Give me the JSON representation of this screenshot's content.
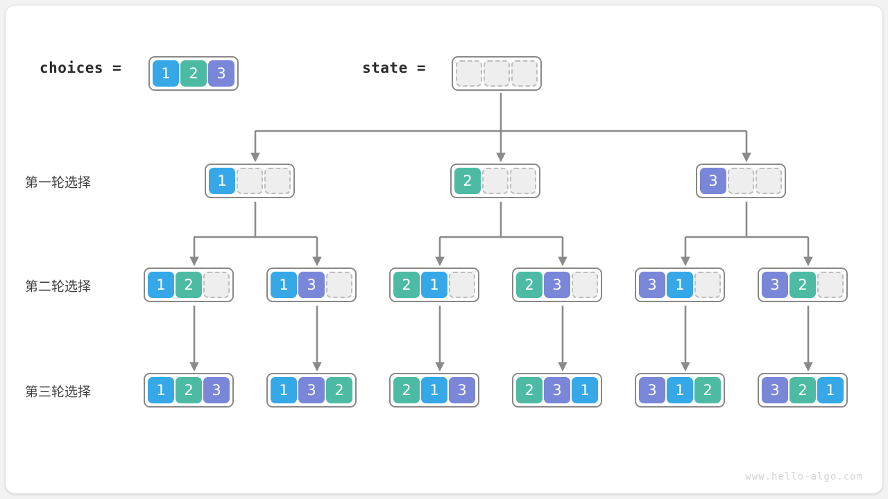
{
  "page": {
    "background": "#f2f2f2",
    "card_background": "#ffffff",
    "watermark": "www.hello-algo.com"
  },
  "palette": {
    "value_1": "#36a8e8",
    "value_2": "#4dbba4",
    "value_3": "#7a86d8",
    "empty_fill": "#eeeeee",
    "empty_border": "#bdbdbd",
    "node_border": "#888888",
    "edge": "#8a8a8a",
    "text": "#2b2b2b"
  },
  "header": {
    "choices_label": "choices =",
    "choices_values": [
      "1",
      "2",
      "3"
    ],
    "state_label": "state =",
    "state_values": [
      "",
      "",
      ""
    ]
  },
  "rows": [
    {
      "label": "第一轮选择"
    },
    {
      "label": "第二轮选择"
    },
    {
      "label": "第三轮选择"
    }
  ],
  "level1": [
    {
      "cells": [
        "1",
        "",
        ""
      ]
    },
    {
      "cells": [
        "2",
        "",
        ""
      ]
    },
    {
      "cells": [
        "3",
        "",
        ""
      ]
    }
  ],
  "level2": [
    {
      "cells": [
        "1",
        "2",
        ""
      ]
    },
    {
      "cells": [
        "1",
        "3",
        ""
      ]
    },
    {
      "cells": [
        "2",
        "1",
        ""
      ]
    },
    {
      "cells": [
        "2",
        "3",
        ""
      ]
    },
    {
      "cells": [
        "3",
        "1",
        ""
      ]
    },
    {
      "cells": [
        "3",
        "2",
        ""
      ]
    }
  ],
  "level3": [
    {
      "cells": [
        "1",
        "2",
        "3"
      ]
    },
    {
      "cells": [
        "1",
        "3",
        "2"
      ]
    },
    {
      "cells": [
        "2",
        "1",
        "3"
      ]
    },
    {
      "cells": [
        "2",
        "3",
        "1"
      ]
    },
    {
      "cells": [
        "3",
        "1",
        "2"
      ]
    },
    {
      "cells": [
        "3",
        "2",
        "1"
      ]
    }
  ]
}
